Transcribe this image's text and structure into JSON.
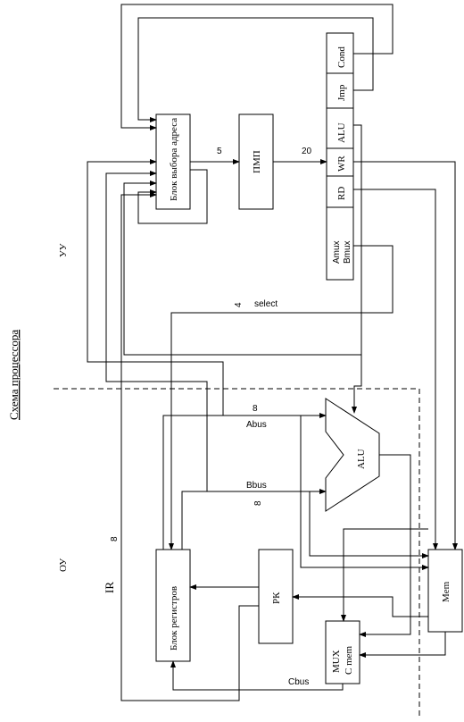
{
  "diagram": {
    "title": "Схема процессора",
    "section_control": "УУ",
    "section_datapath": "ОУ",
    "blocks": {
      "address_select": "Блок выбора адреса",
      "pmp": "ПМП",
      "register_block": "Блок регистров",
      "rk": "РК",
      "alu": "ALU",
      "mem": "Mem",
      "mux": "MUX",
      "c_mem": "C mem"
    },
    "microinstruction_fields": [
      "Cond",
      "Jmp",
      "ALU",
      "WR",
      "RD",
      "Amux",
      "Bmux"
    ],
    "labels": {
      "bus_5": "5",
      "bus_20": "20",
      "bus_4": "4",
      "select": "select",
      "abus": "Abus",
      "abus_width": "8",
      "bbus": "Bbus",
      "bbus_width": "8",
      "cbus": "Cbus",
      "ir": "IR",
      "ir_width": "8"
    }
  }
}
